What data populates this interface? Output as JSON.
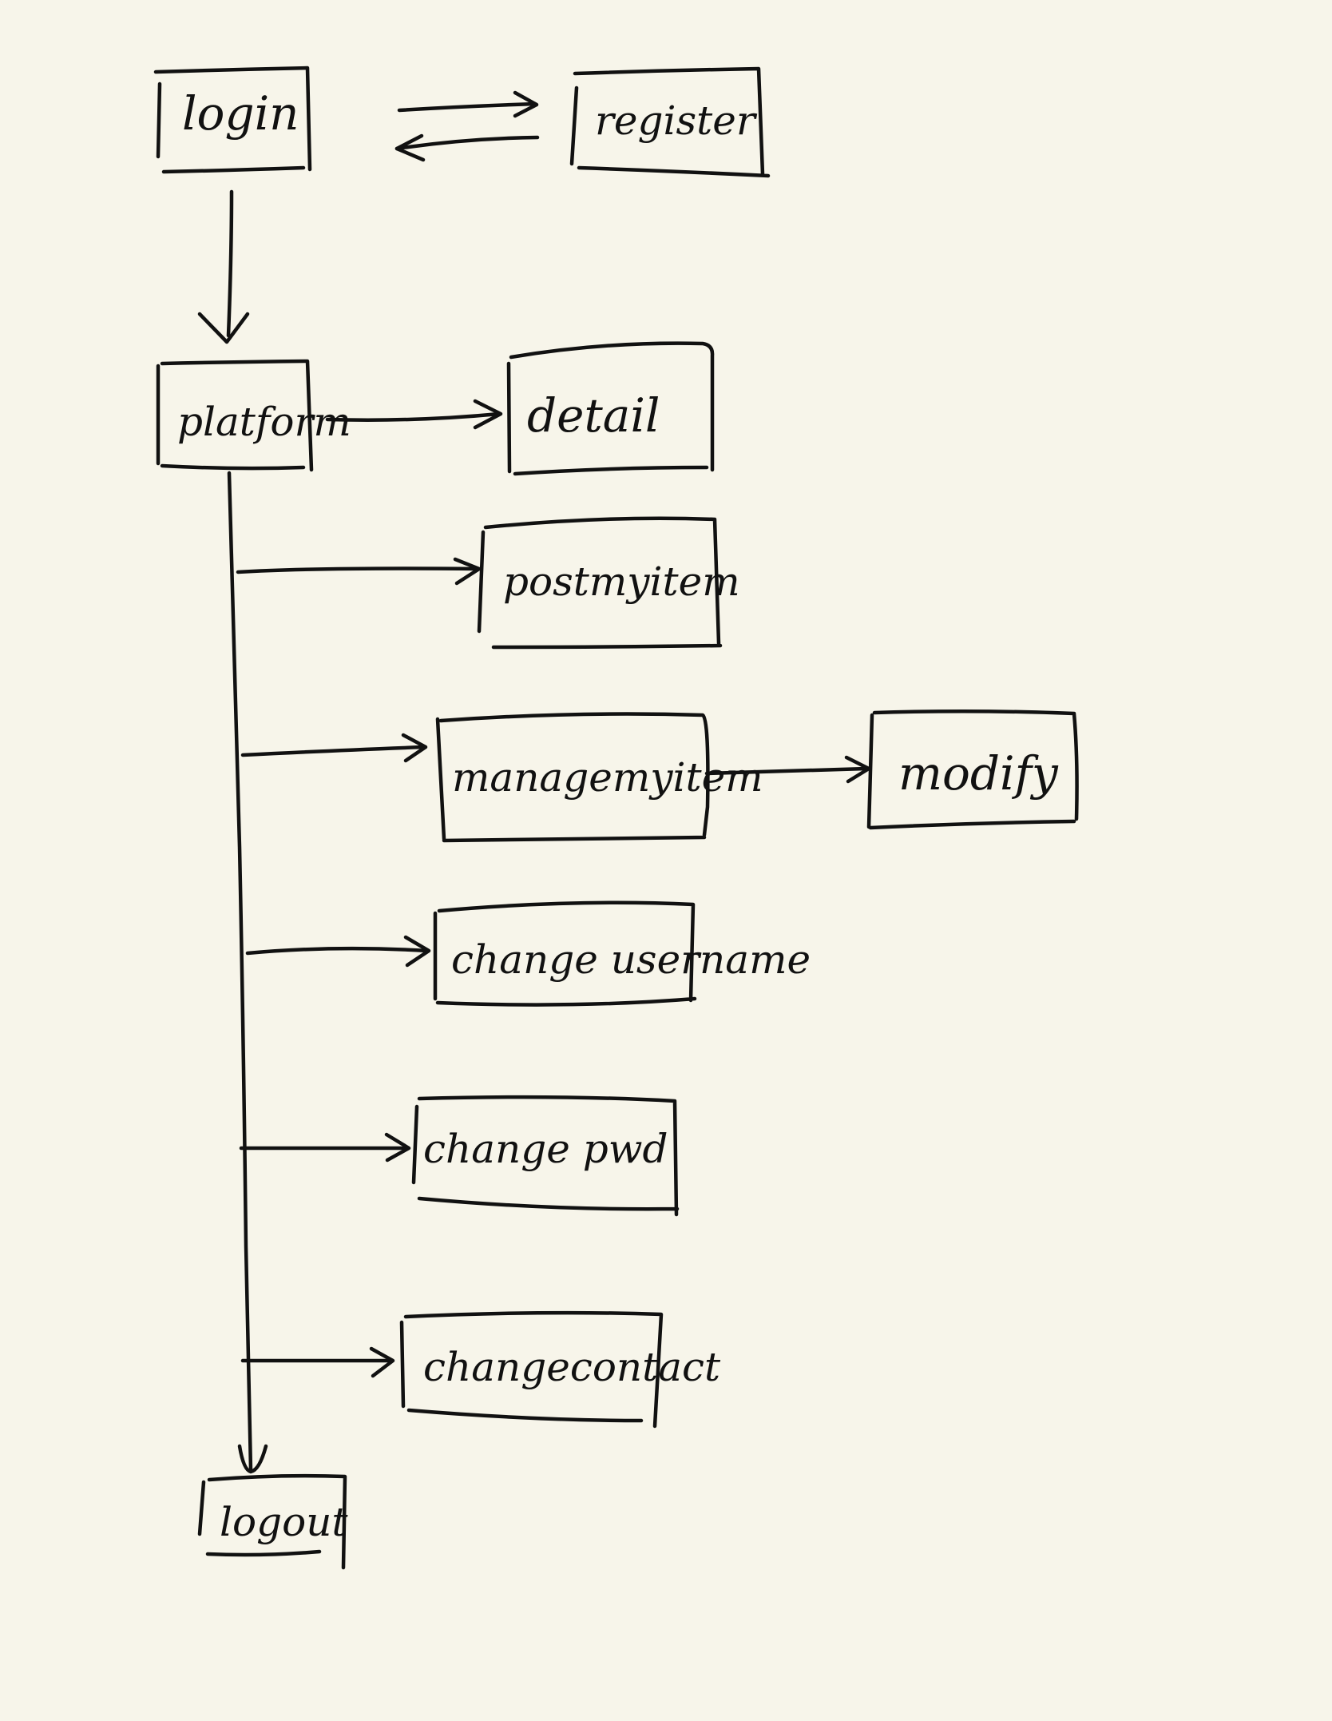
{
  "diagram": {
    "ink_color": "#111111",
    "background_color": "#f7f5ea",
    "nodes": {
      "login": "login",
      "register": "register",
      "platform": "platform",
      "detail": "detail",
      "post_my_item": "postmyitem",
      "manage_my_item": "managemyitem",
      "modify": "modify",
      "change_username": "change username",
      "change_pwd": "change pwd",
      "change_contact": "changecontact",
      "logout": "logout"
    },
    "edges": [
      {
        "from": "login",
        "to": "register"
      },
      {
        "from": "register",
        "to": "login"
      },
      {
        "from": "login",
        "to": "platform"
      },
      {
        "from": "platform",
        "to": "detail"
      },
      {
        "from": "platform",
        "to": "postmyitem"
      },
      {
        "from": "platform",
        "to": "managemyitem"
      },
      {
        "from": "managemyitem",
        "to": "modify"
      },
      {
        "from": "platform",
        "to": "change username"
      },
      {
        "from": "platform",
        "to": "change pwd"
      },
      {
        "from": "platform",
        "to": "changecontact"
      },
      {
        "from": "platform",
        "to": "logout"
      }
    ]
  }
}
